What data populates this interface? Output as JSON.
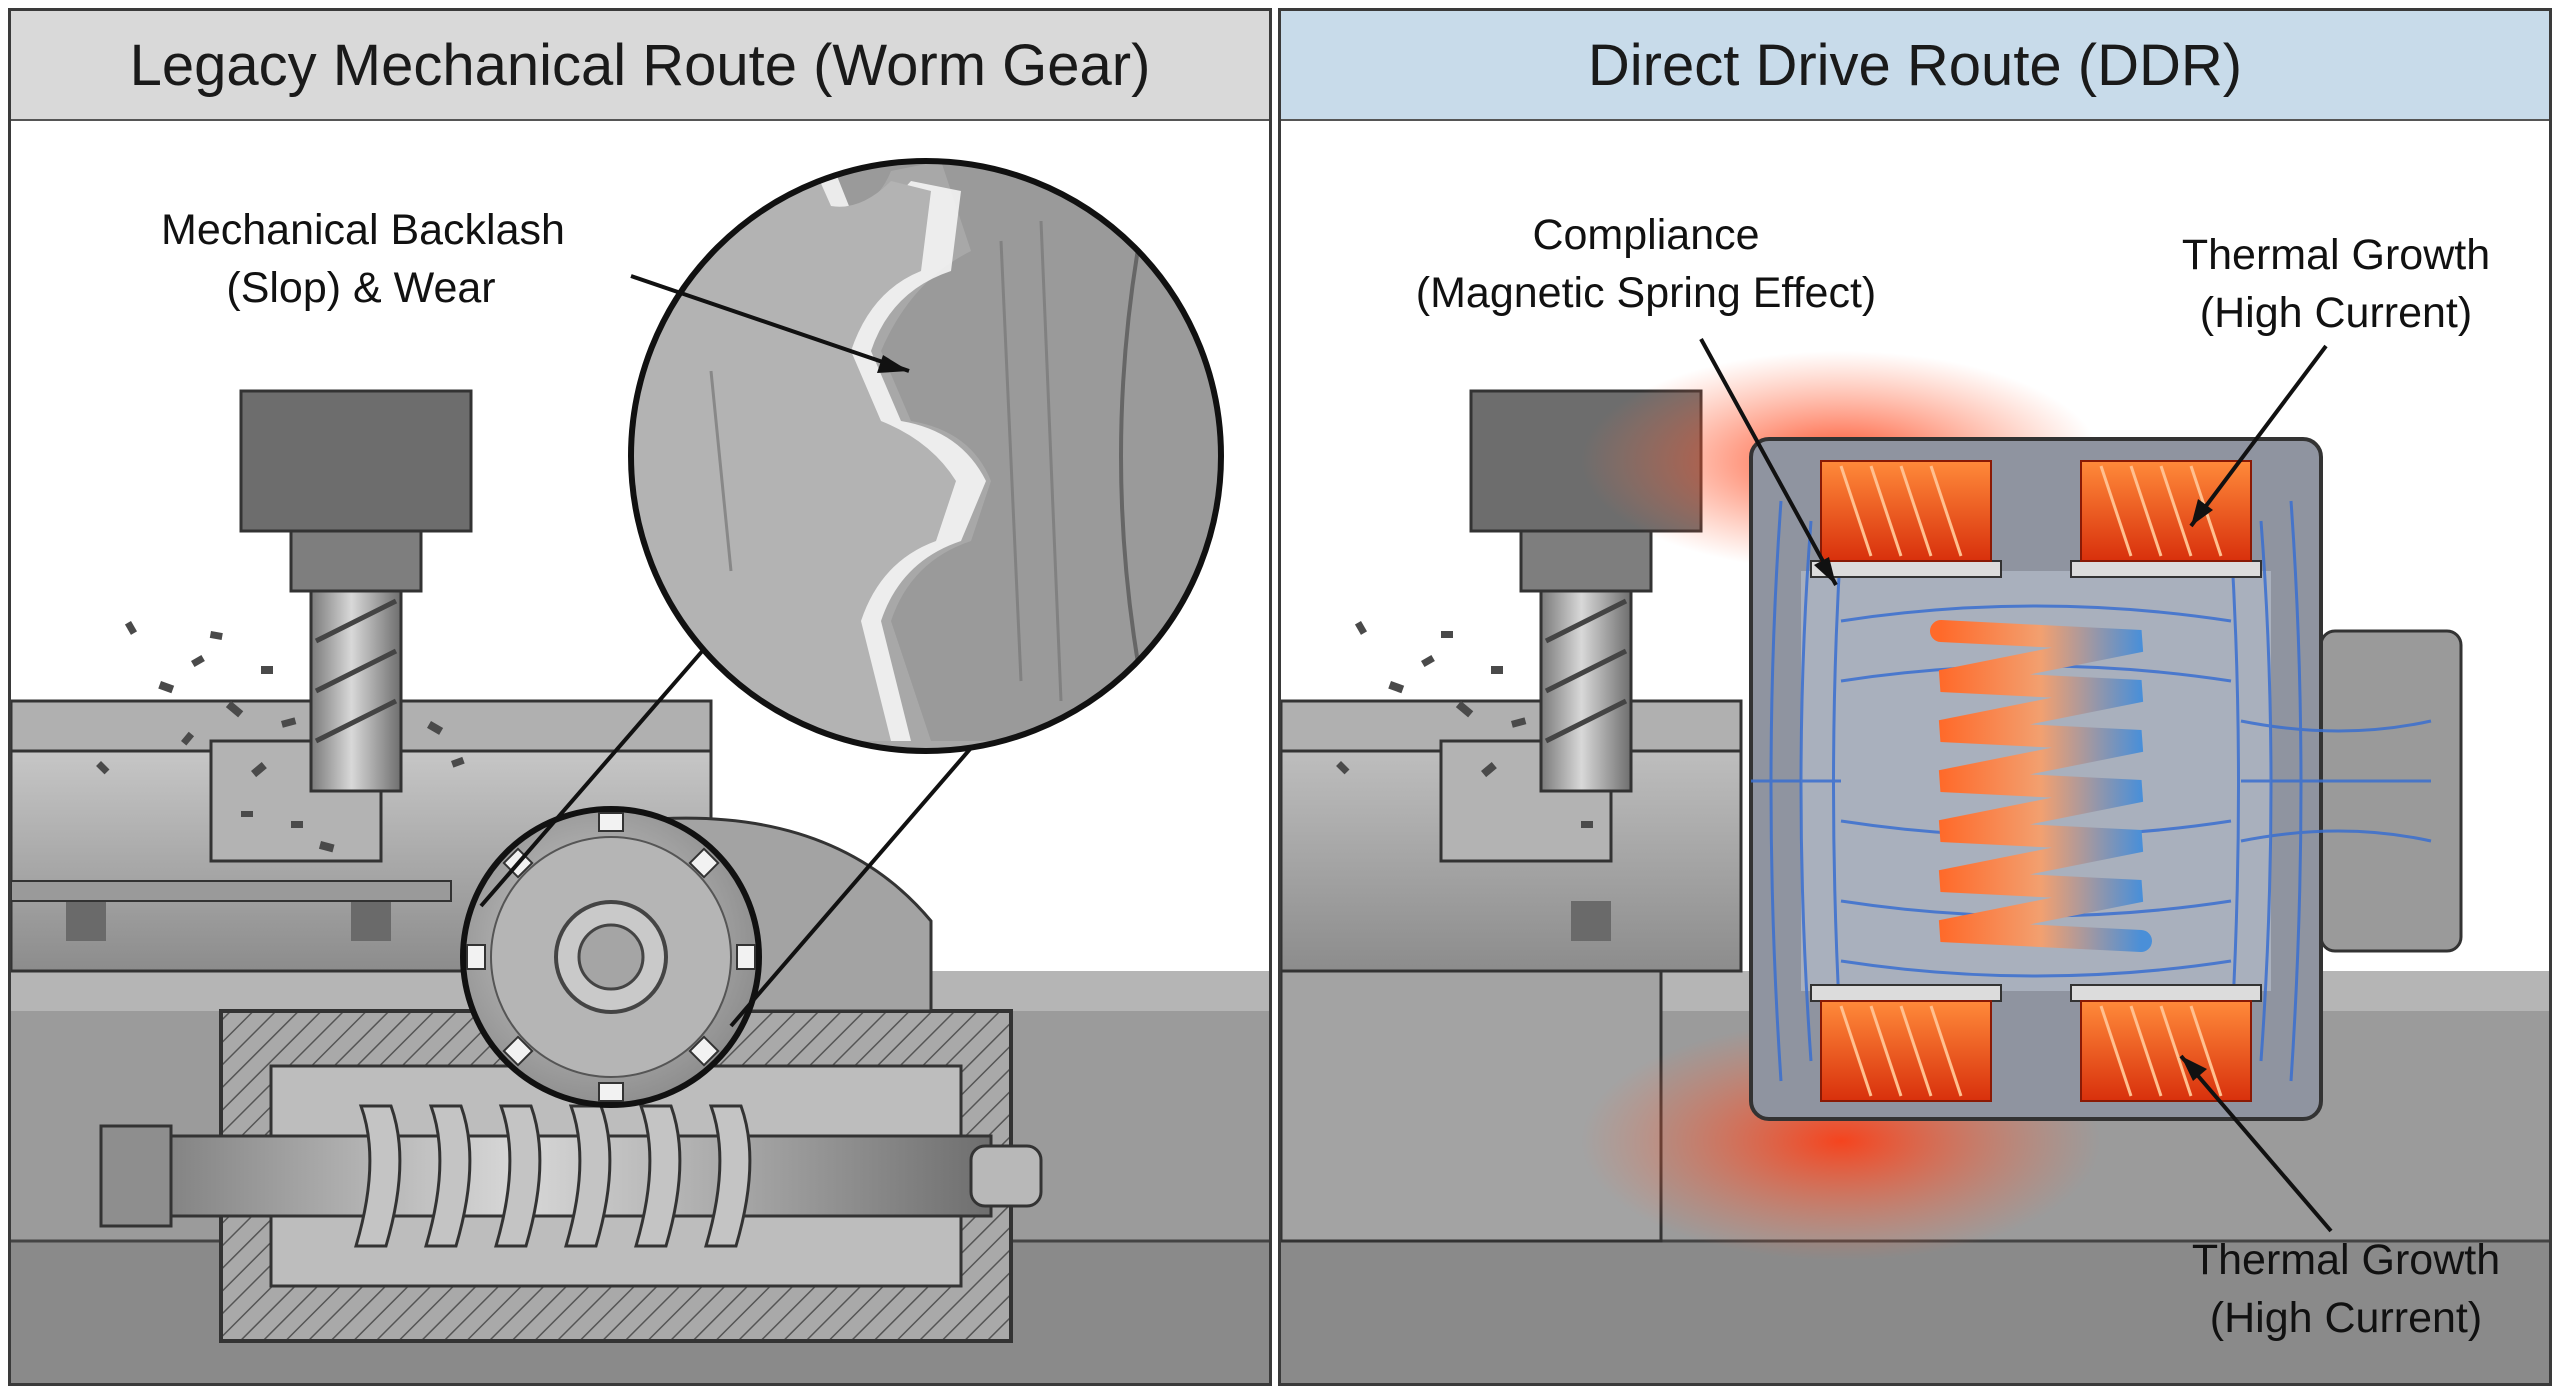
{
  "left_panel": {
    "title": "Legacy Mechanical Route (Worm Gear)",
    "callout": {
      "line1": "Mechanical Backlash",
      "line2": "(Slop) & Wear"
    }
  },
  "right_panel": {
    "title": "Direct Drive Route (DDR)",
    "callout_compliance": {
      "line1": "Compliance",
      "line2": "(Magnetic Spring Effect)"
    },
    "callout_thermal_top": {
      "line1": "Thermal Growth",
      "line2": "(High Current)"
    },
    "callout_thermal_bottom": {
      "line1": "Thermal Growth",
      "line2": "(High Current)"
    }
  },
  "colors": {
    "left_header_bg": "#d9d9d9",
    "right_header_bg": "#c8dbea",
    "metal": "#9a9a9a",
    "heat": "#ff5a1f",
    "flux": "#3a6fd0"
  }
}
